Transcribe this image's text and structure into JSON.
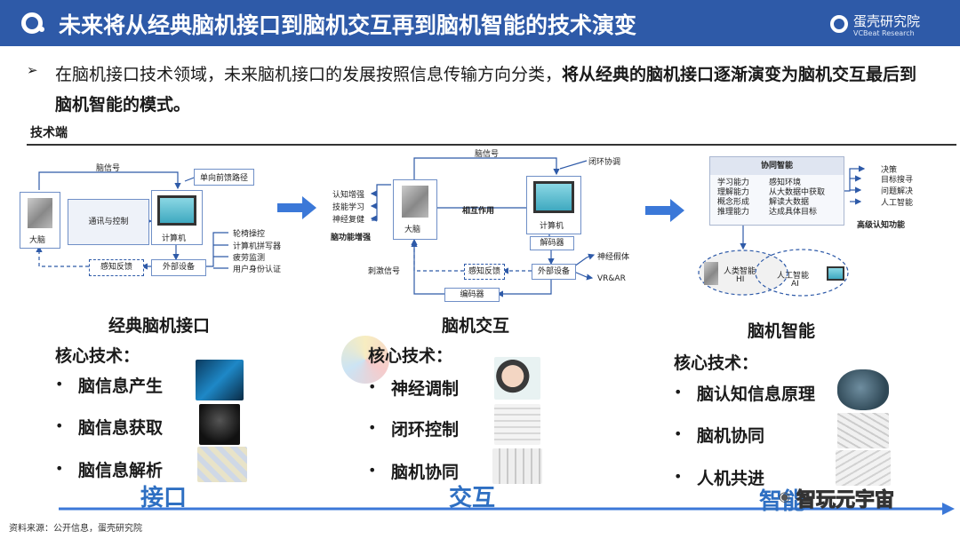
{
  "header": {
    "title": "未来将从经典脑机接口到脑机交互再到脑机智能的技术演变",
    "logo_name": "蛋壳研究院",
    "logo_sub": "VCBeat Research"
  },
  "intro": {
    "normal": "在脑机接口技术领域，未来脑机接口的发展按照信息传输方向分类，",
    "bold": "将从经典的脑机接口逐渐演变为脑机交互最后到脑机智能的模式。"
  },
  "tech_label": "技术端",
  "d1": {
    "signal": "脑信号",
    "path": "单向前馈路径",
    "brain": "大脑",
    "comm": "通讯与控制",
    "computer": "计算机",
    "feedback": "感知反馈",
    "device": "外部设备",
    "outputs": [
      "轮椅操控",
      "计算机拼写器",
      "疲劳监测",
      "用户身份认证"
    ]
  },
  "d2": {
    "signal": "脑信号",
    "loop": "闭环协调",
    "brain": "大脑",
    "interaction": "相互作用",
    "computer": "计算机",
    "decoder": "解码器",
    "feedback": "感知反馈",
    "device": "外部设备",
    "encoder": "编码器",
    "stimulus": "刺激信号",
    "boost": "脑功能增强",
    "boost_items": [
      "认知增强",
      "技能学习",
      "神经复健"
    ],
    "outputs": [
      "神经假体",
      "VR&AR"
    ]
  },
  "d3": {
    "center": "协同智能",
    "left": [
      "学习能力",
      "理解能力",
      "概念形成",
      "推理能力"
    ],
    "right": [
      "感知环境",
      "从大数据中获取",
      "解读大数据",
      "达成具体目标"
    ],
    "outputs": [
      "决策",
      "目标搜寻",
      "问题解决",
      "人工智能"
    ],
    "high": "高级认知功能",
    "hi": "人类智能",
    "hi_abbr": "HI",
    "ai": "人工智能",
    "ai_abbr": "AI"
  },
  "sections": [
    {
      "title": "经典脑机接口",
      "core": "核心技术：",
      "items": [
        "脑信息产生",
        "脑信息获取",
        "脑信息解析"
      ]
    },
    {
      "title": "脑机交互",
      "core": "核心技术：",
      "items": [
        "神经调制",
        "闭环控制",
        "脑机协同"
      ]
    },
    {
      "title": "脑机智能",
      "core": "核心技术：",
      "items": [
        "脑认知信息原理",
        "脑机协同",
        "人机共进"
      ]
    }
  ],
  "stages": [
    "接口",
    "交互",
    "智能"
  ],
  "watermark": "智玩元宇宙",
  "footer": "资料来源：公开信息，蛋壳研究院",
  "colors": {
    "header": "#2e5aa8",
    "accent": "#2e6fc2",
    "arrow": "#3b78d8"
  }
}
